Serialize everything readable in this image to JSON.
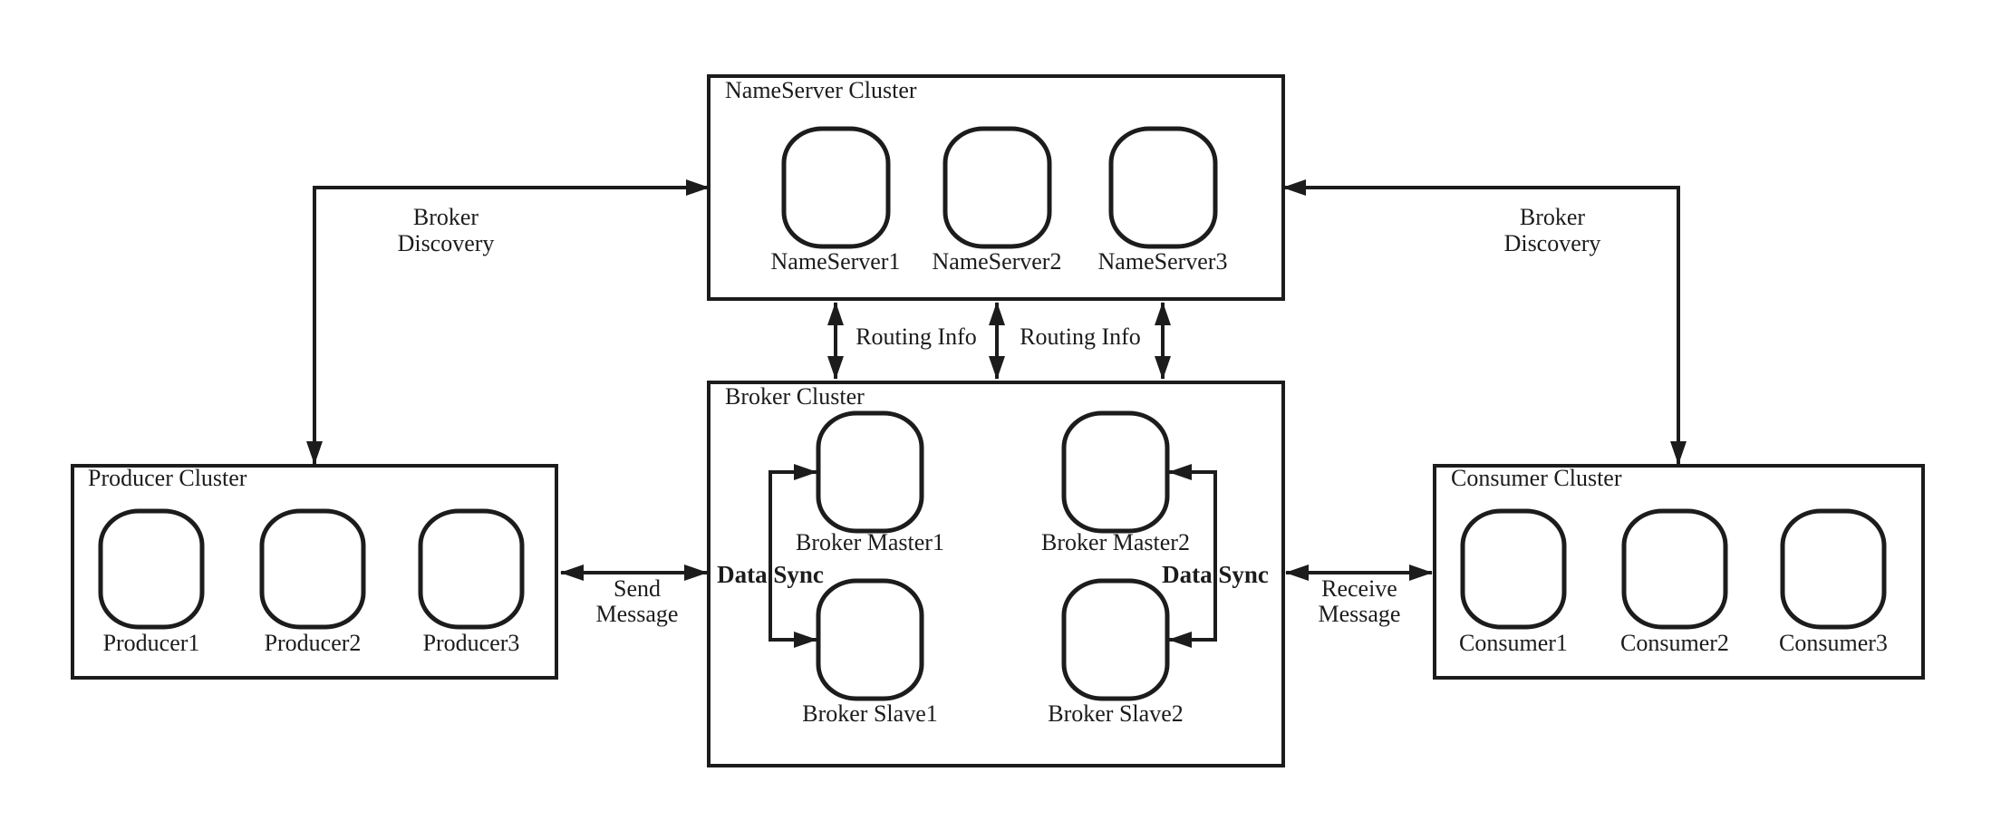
{
  "style": {
    "stroke_color": "#1c1c1c",
    "background_color": "#ffffff"
  },
  "clusters": {
    "nameserver": {
      "title": "NameServer Cluster",
      "nodes": [
        "NameServer1",
        "NameServer2",
        "NameServer3"
      ]
    },
    "broker": {
      "title": "Broker Cluster",
      "masters": [
        "Broker Master1",
        "Broker Master2"
      ],
      "slaves": [
        "Broker Slave1",
        "Broker Slave2"
      ]
    },
    "producer": {
      "title": "Producer Cluster",
      "nodes": [
        "Producer1",
        "Producer2",
        "Producer3"
      ]
    },
    "consumer": {
      "title": "Consumer Cluster",
      "nodes": [
        "Consumer1",
        "Consumer2",
        "Consumer3"
      ]
    }
  },
  "edges": {
    "broker_discovery_left": {
      "line1": "Broker",
      "line2": "Discovery"
    },
    "broker_discovery_right": {
      "line1": "Broker",
      "line2": "Discovery"
    },
    "routing_info_left": {
      "label": "Routing Info"
    },
    "routing_info_right": {
      "label": "Routing Info"
    },
    "send_message": {
      "line1": "Send",
      "line2": "Message"
    },
    "receive_message": {
      "line1": "Receive",
      "line2": "Message"
    },
    "data_sync_left": {
      "label": "Data Sync"
    },
    "data_sync_right": {
      "label": "Data Sync"
    }
  }
}
